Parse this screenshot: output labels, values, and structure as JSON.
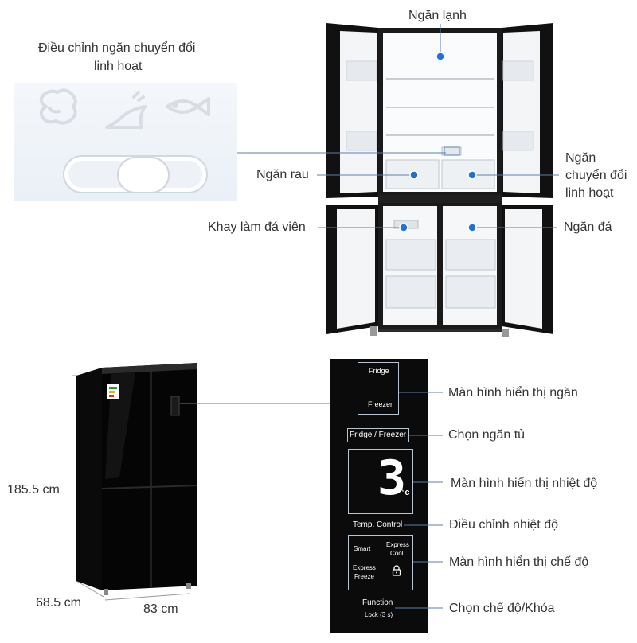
{
  "top_section": {
    "flex_zone_title_line1": "Điều chỉnh ngăn chuyển đổi",
    "flex_zone_title_line2": "linh hoạt",
    "labels": {
      "fridge": "Ngăn lạnh",
      "vegetable": "Ngăn rau",
      "ice_tray": "Khay làm đá viên",
      "flex_line1": "Ngăn",
      "flex_line2": "chuyển đổi",
      "flex_line3": "linh hoạt",
      "ice": "Ngăn đá"
    }
  },
  "dimensions": {
    "height": "185.5 cm",
    "depth": "68.5 cm",
    "width": "83 cm"
  },
  "control_panel": {
    "zone_fridge": "Fridge",
    "zone_freezer": "Freezer",
    "select_button": "Fridge / Freezer",
    "temperature_value": "3",
    "temperature_unit": "°c",
    "temp_control": "Temp. Control",
    "mode_smart": "Smart",
    "mode_express_cool_1": "Express",
    "mode_express_cool_2": "Cool",
    "mode_express_freeze_1": "Express",
    "mode_express_freeze_2": "Freeze",
    "function_label": "Function",
    "lock_label": "Lock (3 s)"
  },
  "callouts": {
    "zone_display": "Màn hình hiển thị ngăn",
    "select_compartment": "Chọn ngăn tủ",
    "temp_display": "Màn hình hiển thị nhiệt độ",
    "temp_adjust": "Điều chỉnh nhiệt độ",
    "mode_display": "Màn hình hiển thị chế độ",
    "mode_lock": "Chọn chế độ/Khóa"
  },
  "colors": {
    "marker_blue": "#1e73d9",
    "panel_black": "#0b0b0b",
    "line_blue": "#5a7fb0"
  }
}
